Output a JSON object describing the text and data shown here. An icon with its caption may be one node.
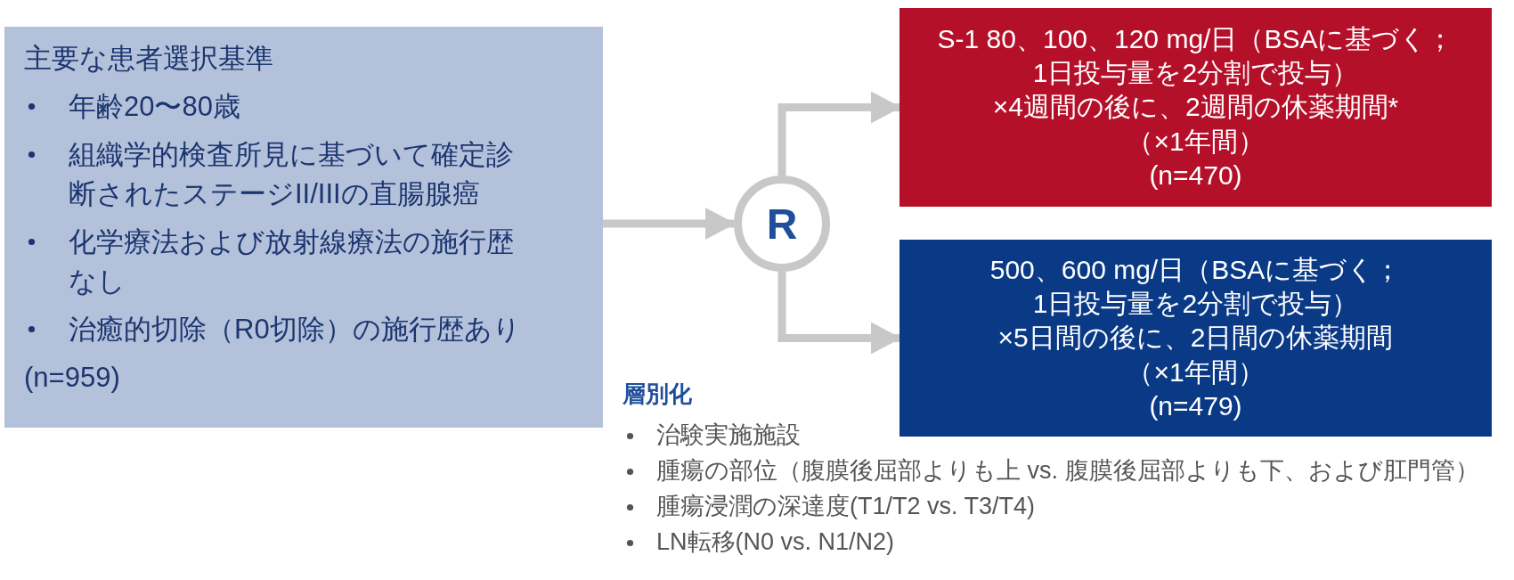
{
  "diagram": {
    "nodes": [
      {
        "text": [
          "主要な患者選択基準",
          "年齢20〜80歳",
          "組織学的検査所見に基づいて確定診断されたステージII/IIIの直腸腺癌",
          "化学療法および放射線療法の施行歴なし",
          "治癒的切除（R0切除）の施行歴あり",
          "(n=959)"
        ]
      },
      {
        "text": [
          "R"
        ]
      },
      {
        "text": [
          "S-1 80、100、120 mg/日（BSAに基づく；1日投与量を2分割で投与）",
          "×4週間の後に、2週間の休薬期間*",
          "（×1年間）",
          "(n=470)"
        ]
      },
      {
        "text": [
          "500、600 mg/日（BSAに基づく；1日投与量を2分割で投与）",
          "×5日間の後に、2日間の休薬期間",
          "（×1年間）",
          "(n=479)"
        ]
      }
    ],
    "edges": [
      {
        "from": 0,
        "to": 1,
        "arrow": "to"
      },
      {
        "from": 1,
        "to": 2,
        "arrow": "to"
      },
      {
        "from": 1,
        "to": 3,
        "arrow": "to"
      }
    ],
    "labels": [
      "層別化",
      "治験実施施設",
      "腫瘍の部位（腹膜後屈部よりも上 vs. 腹膜後屈部よりも下、および肛門管）",
      "腫瘍浸潤の深達度(T1/T2 vs. T3/T4)",
      "LN転移(N0 vs. N1/N2)"
    ]
  }
}
